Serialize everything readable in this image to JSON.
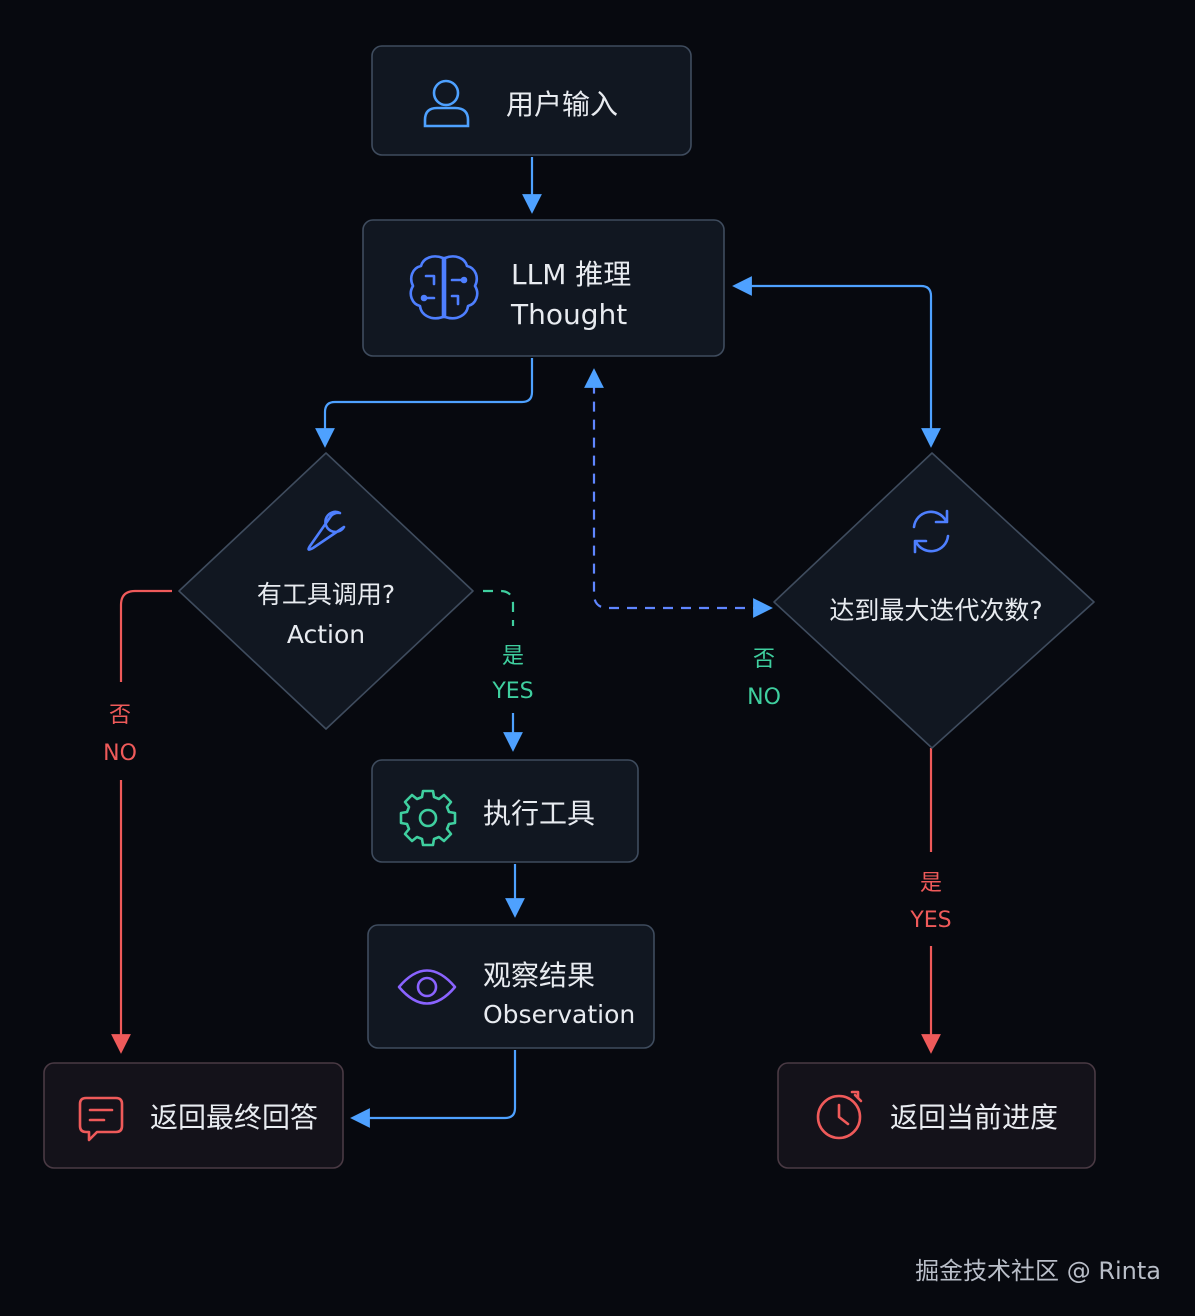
{
  "nodes": {
    "user_input": {
      "label": "用户输入"
    },
    "llm": {
      "label": "LLM 推理",
      "sublabel": "Thought"
    },
    "tool_decision": {
      "label": "有工具调用?",
      "sublabel": "Action"
    },
    "max_iter": {
      "label": "达到最大迭代次数?"
    },
    "exec_tool": {
      "label": "执行工具"
    },
    "observe": {
      "label": "观察结果",
      "sublabel": "Observation"
    },
    "final_answer": {
      "label": "返回最终回答"
    },
    "progress": {
      "label": "返回当前进度"
    }
  },
  "edge_labels": {
    "tool_no_cn": "否",
    "tool_no_en": "NO",
    "tool_yes_cn": "是",
    "tool_yes_en": "YES",
    "iter_no_cn": "否",
    "iter_no_en": "NO",
    "iter_yes_cn": "是",
    "iter_yes_en": "YES"
  },
  "watermark": "掘金技术社区 @ Rinta",
  "colors": {
    "background": "#07090f",
    "node_fill": "#111721",
    "node_border": "#3f4c5e",
    "blue": "#4ea1ff",
    "indigo": "#6f7cff",
    "green": "#3fcf9f",
    "red": "#ef5a5a",
    "purple": "#8a63ff"
  },
  "icons": {
    "user_input": "user-icon",
    "llm": "brain-icon",
    "tool_decision": "wrench-icon",
    "max_iter": "refresh-icon",
    "exec_tool": "gear-icon",
    "observe": "eye-icon",
    "final_answer": "message-icon",
    "progress": "timer-icon"
  }
}
